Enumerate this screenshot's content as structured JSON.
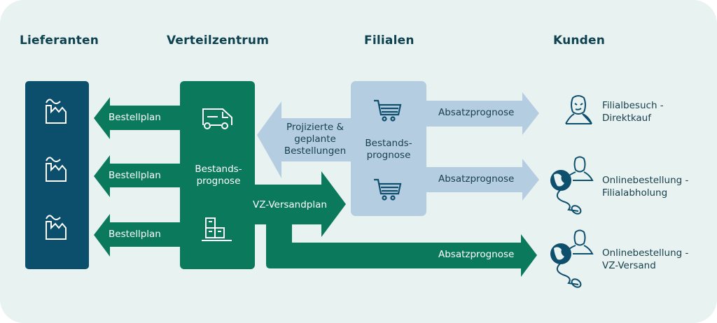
{
  "columns": {
    "suppliers": "Lieferanten",
    "distribution_center": "Verteilzentrum",
    "branches": "Filialen",
    "customers": "Kunden"
  },
  "flows": {
    "order_plan_1": "Bestellplan",
    "order_plan_2": "Bestellplan",
    "order_plan_3": "Bestellplan",
    "projected_orders": [
      "Projizierte &",
      "geplante",
      "Bestellungen"
    ],
    "dc_shipping_plan": "VZ-Versandplan",
    "sales_forecast_1": "Absatzprognose",
    "sales_forecast_2": "Absatzprognose",
    "sales_forecast_3": "Absatzprognose"
  },
  "nodes": {
    "dc_inventory_forecast": [
      "Bestands-",
      "prognose"
    ],
    "branch_inventory_forecast": [
      "Bestands-",
      "prognose"
    ]
  },
  "customers": [
    {
      "line1": "Filialbesuch -",
      "line2": "Direktkauf",
      "icon": "person-icon"
    },
    {
      "line1": "Onlinebestellung -",
      "line2": "Filialabholung",
      "icon": "person-globe-mouse-icon"
    },
    {
      "line1": "Onlinebestellung -",
      "line2": "VZ-Versand",
      "icon": "person-globe-mouse-icon"
    }
  ],
  "colors": {
    "background": "#e8f3f1",
    "supplier_blue": "#0b4f6c",
    "dc_green": "#0b7a5c",
    "branch_light_blue": "#b5cde0",
    "text_dark": "#0f4250"
  }
}
